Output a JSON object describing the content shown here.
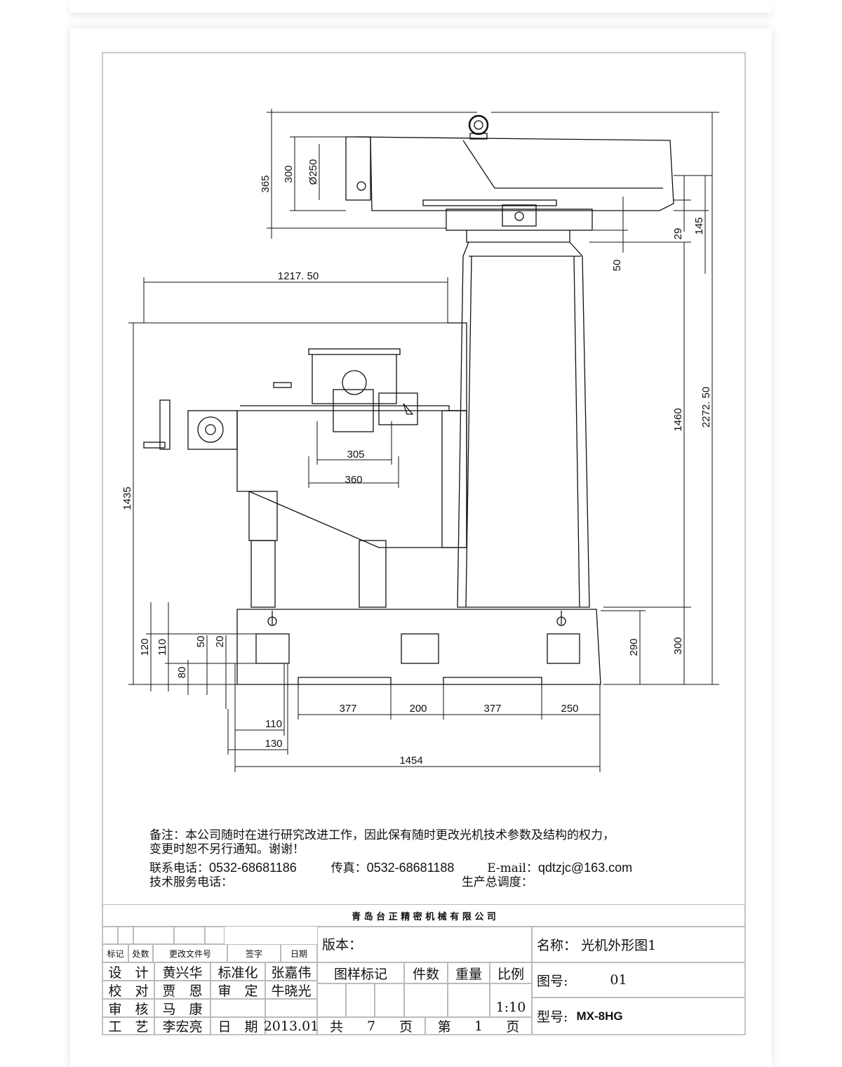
{
  "drawing": {
    "dimensions": {
      "d365": "365",
      "d300_head": "300",
      "d250": "Ø250",
      "d1217": "1217. 50",
      "d1435": "1435",
      "d1460": "1460",
      "d2272": "2272. 50",
      "d29": "29",
      "d145": "145",
      "d50_top": "50",
      "d290": "290",
      "d300_base": "300",
      "d120": "120",
      "d110_v": "110",
      "d50_v": "50",
      "d20": "20",
      "d80": "80",
      "d305": "305",
      "d360": "360",
      "d377a": "377",
      "d200": "200",
      "d377b": "377",
      "d250_b": "250",
      "d110_h": "110",
      "d130": "130",
      "d1454": "1454"
    }
  },
  "notes": {
    "line1": "备注：本公司随时在进行研究改进工作，因此保有随时更改光机技术参数及结构的权力，",
    "line2": "变更时恕不另行通知。谢谢！",
    "phone_label": "联系电话：",
    "phone": "0532-68681186",
    "fax_label": "传真：",
    "fax": "0532-68681188",
    "email_label": "E-mail：",
    "email": "qdtzjc@163.com",
    "service_label": "技术服务电话：",
    "dispatch_label": "生产总调度："
  },
  "title_block": {
    "company": "青 岛 台 正 精 密 机 械 有 限 公 司",
    "rev_headers": [
      "标记",
      "处数",
      "更改文件号",
      "签字",
      "日期"
    ],
    "version_label": "版本：",
    "name_label": "名称：",
    "name_value": "光机外形图1",
    "sign": [
      [
        "设　计",
        "黄兴华",
        "标准化",
        "张嘉伟"
      ],
      [
        "校　对",
        "贾　恩",
        "审　定",
        "牛晓光"
      ],
      [
        "审　核",
        "马　康",
        "",
        ""
      ],
      [
        "工　艺",
        "李宏亮",
        "日　期",
        "2013.01"
      ]
    ],
    "mid_headers": [
      "图样标记",
      "件数",
      "重量",
      "比例"
    ],
    "scale": "1:10",
    "total_pages_label": "共",
    "total_pages": "7",
    "page_unit": "页",
    "page_label": "第",
    "page": "1",
    "drawing_no_label": "图号:",
    "drawing_no": "01",
    "model_label": "型号:",
    "model": "MX-8HG"
  }
}
